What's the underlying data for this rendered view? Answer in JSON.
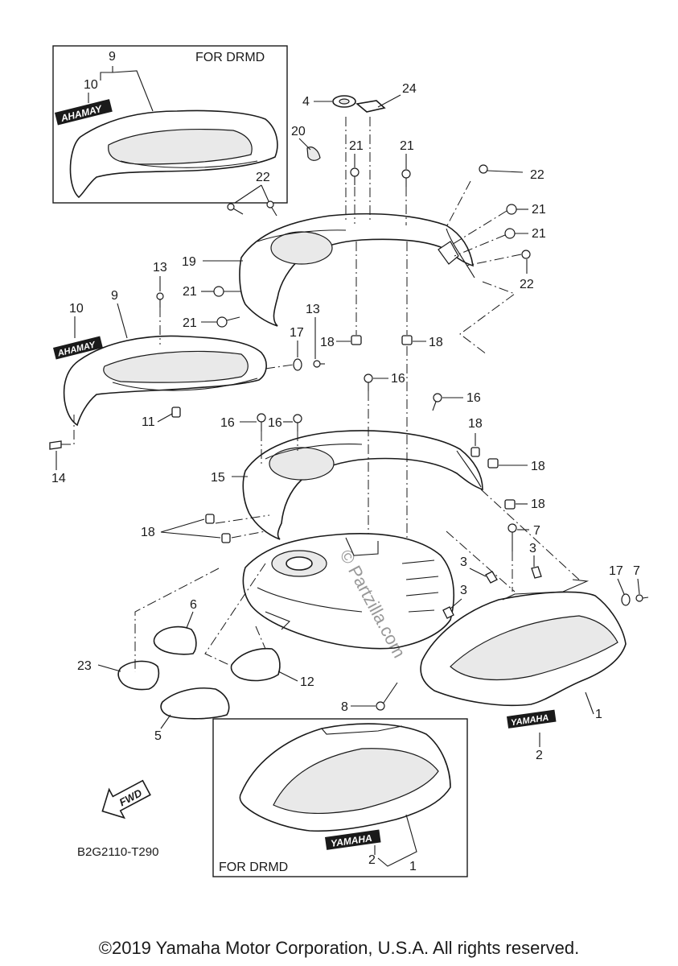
{
  "inset_top": {
    "title": "FOR DRMD",
    "callouts": [
      "9",
      "10"
    ]
  },
  "inset_bottom": {
    "title": "FOR DRMD",
    "callouts": [
      "2",
      "1"
    ]
  },
  "decals": {
    "side_logo": "AHAMAY",
    "cover_logo": "YAMAHA",
    "fwd_arrow": "FWD"
  },
  "callouts": {
    "c4": "4",
    "c24": "24",
    "c20": "20",
    "c21a": "21",
    "c21b": "21",
    "c22a": "22",
    "c22b": "22",
    "c21c": "21",
    "c21d": "21",
    "c19": "19",
    "c22c": "22",
    "c13a": "13",
    "c21e": "21",
    "c21f": "21",
    "c10": "10",
    "c9": "9",
    "c13b": "13",
    "c17a": "17",
    "c18a": "18",
    "c18b": "18",
    "c16a": "16",
    "c16b": "16",
    "c11": "11",
    "c16c": "16",
    "c16d": "16",
    "c18c": "18",
    "c15": "15",
    "c18d": "18",
    "c14": "14",
    "c18e": "18",
    "c18f": "18",
    "c7a": "7",
    "c3a": "3",
    "c3b": "3",
    "c17b": "17",
    "c7b": "7",
    "c3c": "3",
    "c6": "6",
    "c23": "23",
    "c12": "12",
    "c8": "8",
    "c1": "1",
    "c5": "5",
    "c2": "2"
  },
  "drawing_code": "B2G2110-T290",
  "watermark": "© Partzilla.com",
  "copyright": "©2019 Yamaha Motor Corporation, U.S.A. All rights reserved."
}
